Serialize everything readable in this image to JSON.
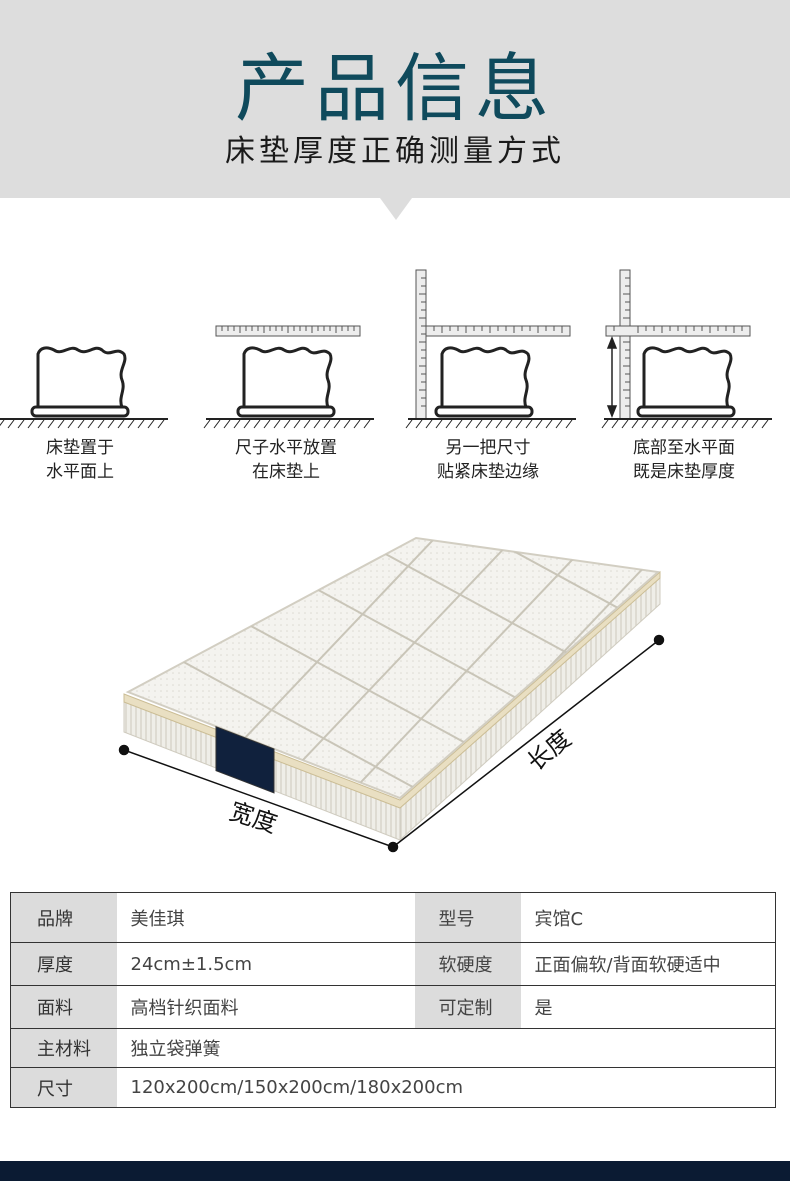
{
  "header": {
    "title": "产品信息",
    "subtitle": "床垫厚度正确测量方式"
  },
  "steps": [
    {
      "line1": "床垫置于",
      "line2": "水平面上"
    },
    {
      "line1": "尺子水平放置",
      "line2": "在床垫上"
    },
    {
      "line1": "另一把尺寸",
      "line2": "贴紧床垫边缘"
    },
    {
      "line1": "底部至水平面",
      "line2": "既是床垫厚度"
    }
  ],
  "product_image": {
    "width_label": "宽度",
    "length_label": "长度"
  },
  "specs": {
    "rows": [
      {
        "label": "品牌",
        "value": "美佳琪",
        "label2": "型号",
        "value2": "宾馆C"
      },
      {
        "label": "厚度",
        "value": "24cm±1.5cm",
        "label2": "软硬度",
        "value2": "正面偏软/背面软硬适中"
      },
      {
        "label": "面料",
        "value": "高档针织面料",
        "label2": "可定制",
        "value2": "是"
      },
      {
        "label": "主材料",
        "value": "独立袋弹簧"
      },
      {
        "label": "尺寸",
        "value": "120x200cm/150x200cm/180x200cm"
      }
    ]
  },
  "colors": {
    "title": "#0f4a5c",
    "header_bg": "#dddddd",
    "label_bg": "#dcdcdc",
    "footer": "#0b1b33"
  }
}
